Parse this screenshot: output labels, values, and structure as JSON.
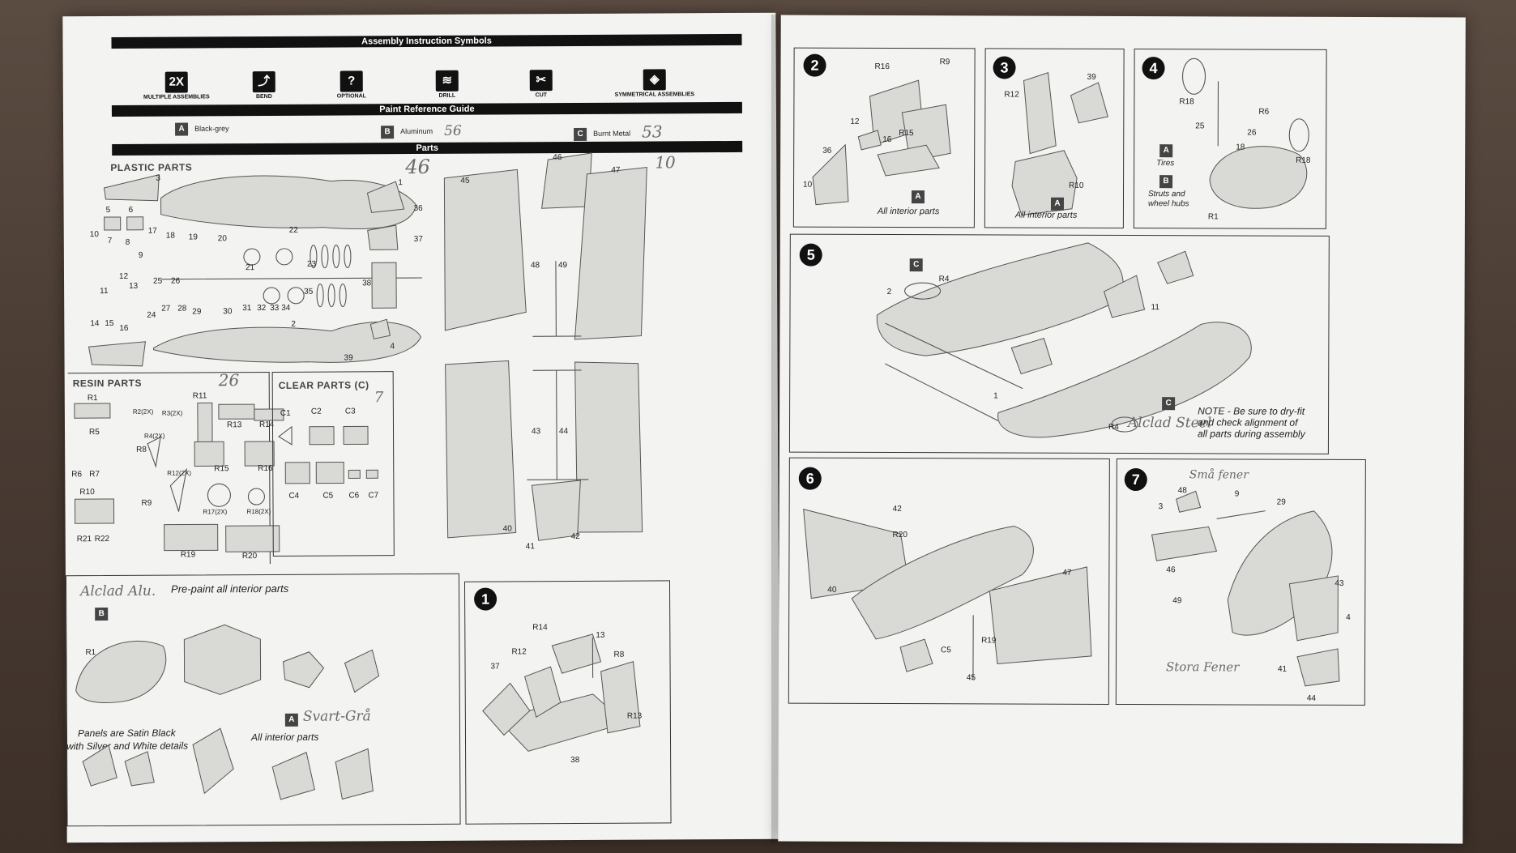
{
  "header": {
    "symbols_title": "Assembly Instruction Symbols",
    "paint_title": "Paint Reference Guide",
    "parts_title": "Parts"
  },
  "symbols": [
    {
      "glyph": "2X",
      "label": "MULTIPLE ASSEMBLIES"
    },
    {
      "glyph": "⤴",
      "label": "BEND"
    },
    {
      "glyph": "?",
      "label": "OPTIONAL"
    },
    {
      "glyph": "≋",
      "label": "DRILL"
    },
    {
      "glyph": "✂",
      "label": "CUT"
    },
    {
      "glyph": "◈",
      "label": "SYMMETRICAL ASSEMBLIES"
    }
  ],
  "paints": [
    {
      "code": "A",
      "name": "Black-grey",
      "note": ""
    },
    {
      "code": "B",
      "name": "Aluminum",
      "note": "56"
    },
    {
      "code": "C",
      "name": "Burnt Metal",
      "note": "53"
    }
  ],
  "sections": {
    "plastic": "PLASTIC PARTS",
    "resin": "RESIN PARTS",
    "clear": "CLEAR PARTS (C)"
  },
  "handwritten": {
    "plastic_count": "46",
    "wing_count": "10",
    "resin_count": "26",
    "clear_count": "7",
    "alclad_alu": "Alclad Alu.",
    "svart_gra": "Svart-Grå",
    "alclad_steel": "Alclad Steel",
    "sma_fener": "Små fener",
    "stora_fener": "Stora Fener"
  },
  "plastic_labels": [
    "3",
    "1",
    "36",
    "37",
    "5",
    "6",
    "10",
    "7",
    "8",
    "9",
    "17",
    "18",
    "19",
    "20",
    "22",
    "21",
    "23",
    "11",
    "12",
    "13",
    "25",
    "26",
    "35",
    "38",
    "14",
    "15",
    "16",
    "24",
    "27",
    "28",
    "29",
    "30",
    "31",
    "32",
    "33",
    "34",
    "2",
    "39",
    "4",
    "45",
    "46",
    "47",
    "48",
    "49",
    "43",
    "44",
    "40",
    "41",
    "42"
  ],
  "resin_labels": [
    "R1",
    "R2(2X)",
    "R3(2X)",
    "R11",
    "R4(2X)",
    "R13",
    "R14",
    "R5",
    "R8",
    "R15",
    "R16",
    "R6",
    "R7",
    "R12(2X)",
    "R9",
    "R10",
    "R17(2X)",
    "R18(2X)",
    "R21",
    "R22",
    "R19",
    "R20"
  ],
  "clear_labels": [
    "C1",
    "C2",
    "C3",
    "C4",
    "C5",
    "C6",
    "C7"
  ],
  "preassembly": {
    "title": "Pre-paint all interior parts",
    "paint_b": "B",
    "paint_a": "A",
    "panels_note_1": "Panels are Satin Black",
    "panels_note_2": "with Silver and White details",
    "interior_note": "All interior parts",
    "r1": "R1"
  },
  "steps": {
    "s1": {
      "num": "1",
      "labels": [
        "R14",
        "13",
        "R12",
        "R8",
        "37",
        "R13",
        "38"
      ]
    },
    "s2": {
      "num": "2",
      "labels": [
        "R16",
        "R9",
        "12",
        "R15",
        "16",
        "36",
        "10"
      ],
      "paint": "A",
      "note": "All interior parts"
    },
    "s3": {
      "num": "3",
      "labels": [
        "R12",
        "39",
        "R10"
      ],
      "paint": "A",
      "note": "All interior parts"
    },
    "s4": {
      "num": "4",
      "labels": [
        "R18",
        "R6",
        "25",
        "26",
        "18",
        "R18",
        "R1"
      ],
      "paint_a": "A",
      "tires": "Tires",
      "paint_b": "B",
      "struts_1": "Struts and",
      "struts_2": "wheel hubs"
    },
    "s5": {
      "num": "5",
      "labels": [
        "C",
        "R4",
        "2",
        "11",
        "1",
        "C",
        "R4"
      ],
      "note_1": "NOTE - Be sure to dry-fit",
      "note_2": "and check alignment of",
      "note_3": "all parts during assembly"
    },
    "s6": {
      "num": "6",
      "labels": [
        "42",
        "R20",
        "40",
        "47",
        "C5",
        "R19",
        "45"
      ]
    },
    "s7": {
      "num": "7",
      "labels": [
        "48",
        "9",
        "29",
        "3",
        "46",
        "43",
        "49",
        "4",
        "41",
        "44"
      ]
    }
  }
}
